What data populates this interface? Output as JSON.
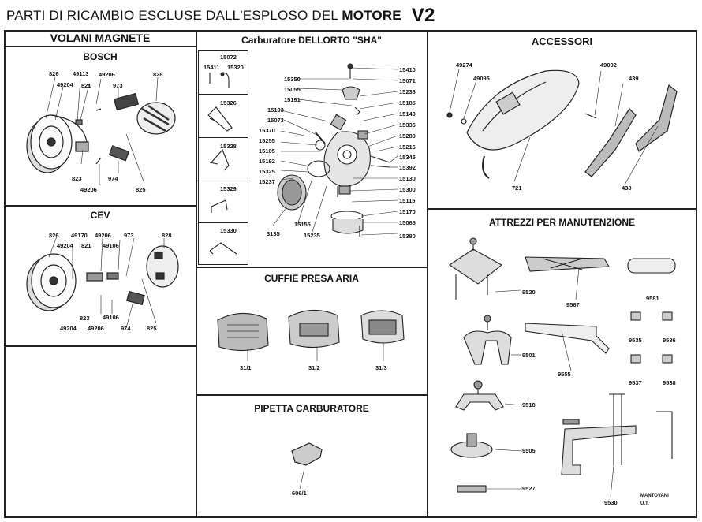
{
  "header": {
    "title_prefix": "PARTI DI RICAMBIO ESCLUSE DALL'ESPLOSO DEL",
    "title_motore": "MOTORE",
    "title_model": "V2"
  },
  "volani": {
    "heading": "VOLANI MAGNETE",
    "bosch": {
      "heading": "BOSCH",
      "labels": [
        "826",
        "49204",
        "49113",
        "821",
        "49206",
        "973",
        "828",
        "823",
        "49206",
        "974",
        "825"
      ]
    },
    "cev": {
      "heading": "CEV",
      "labels": [
        "826",
        "49204",
        "49170",
        "821",
        "49206",
        "49106",
        "973",
        "828",
        "49204",
        "823",
        "49206",
        "49106",
        "974",
        "825"
      ]
    }
  },
  "carburatore": {
    "heading": "Carburatore DELLORTO \"SHA\"",
    "inset_labels": [
      "15072",
      "15411",
      "15320",
      "15326",
      "15328",
      "15329",
      "15330"
    ],
    "left_labels": [
      "15350",
      "15055",
      "15191",
      "15193",
      "15073",
      "15370",
      "15255",
      "15105",
      "15192",
      "15325",
      "15237"
    ],
    "right_labels": [
      "15410",
      "15071",
      "15236",
      "15185",
      "15140",
      "15335",
      "15280",
      "15216",
      "15345",
      "15392",
      "15130",
      "15300",
      "15115",
      "15170",
      "15065",
      "15380"
    ],
    "bottom_labels": [
      "3135",
      "15155",
      "15235"
    ]
  },
  "cuffie": {
    "heading": "CUFFIE PRESA ARIA",
    "labels": [
      "31/1",
      "31/2",
      "31/3"
    ]
  },
  "pipetta": {
    "heading": "PIPETTA CARBURATORE",
    "labels": [
      "606/1"
    ]
  },
  "accessori": {
    "heading": "ACCESSORI",
    "labels": [
      "49274",
      "49095",
      "49002",
      "439",
      "721",
      "438"
    ]
  },
  "attrezzi": {
    "heading": "ATTREZZI PER MANUTENZIONE",
    "labels": [
      "9520",
      "9567",
      "9581",
      "9535",
      "9536",
      "9501",
      "9555",
      "9537",
      "9538",
      "9518",
      "9505",
      "9527",
      "9530"
    ],
    "stamp": [
      "MANTOVANI",
      "U.T."
    ]
  }
}
